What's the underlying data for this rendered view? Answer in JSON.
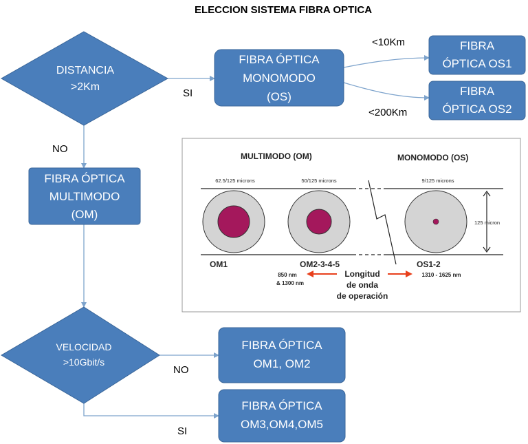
{
  "title": "ELECCION SISTEMA FIBRA OPTICA",
  "colors": {
    "node_fill": "#4a7ebb",
    "node_stroke": "#3a6699",
    "connector": "#7da3cc",
    "core": "#a4185c",
    "cladding": "#d4d4d4",
    "arrow_red": "#e8401c"
  },
  "nodes": {
    "decision_distance": [
      "DISTANCIA",
      ">2Km"
    ],
    "monomodo": [
      "FIBRA ÓPTICA",
      "MONOMODO",
      "(OS)"
    ],
    "os1": [
      "FIBRA",
      "ÓPTICA OS1"
    ],
    "os2": [
      "FIBRA",
      "ÓPTICA OS2"
    ],
    "multimodo": [
      "FIBRA ÓPTICA",
      "MULTIMODO",
      "(OM)"
    ],
    "decision_speed": [
      "VELOCIDAD",
      ">10Gbit/s"
    ],
    "om12": [
      "FIBRA ÓPTICA",
      "OM1, OM2"
    ],
    "om345": [
      "FIBRA ÓPTICA",
      "OM3,OM4,OM5"
    ]
  },
  "edge_labels": {
    "si_distance": "SI",
    "no_distance": "NO",
    "lt10": "<10Km",
    "lt200": "<200Km",
    "no_speed": "NO",
    "si_speed": "SI"
  },
  "inset": {
    "multimodo_header": "MULTIMODO (OM)",
    "monomodo_header": "MONOMODO (OS)",
    "size_om1": "62.5/125 microns",
    "size_om2": "50/125 microns",
    "size_os": "9/125 microns",
    "diameter": "125 micron",
    "label_om1": "OM1",
    "label_om2": "OM2-3-4-5",
    "label_os": "OS1-2",
    "wavelength_mm": [
      "850 nm",
      "& 1300 nm"
    ],
    "wavelength_os": "1310 - 1625 nm",
    "longitud": [
      "Longitud",
      "de onda",
      "de operación"
    ]
  }
}
